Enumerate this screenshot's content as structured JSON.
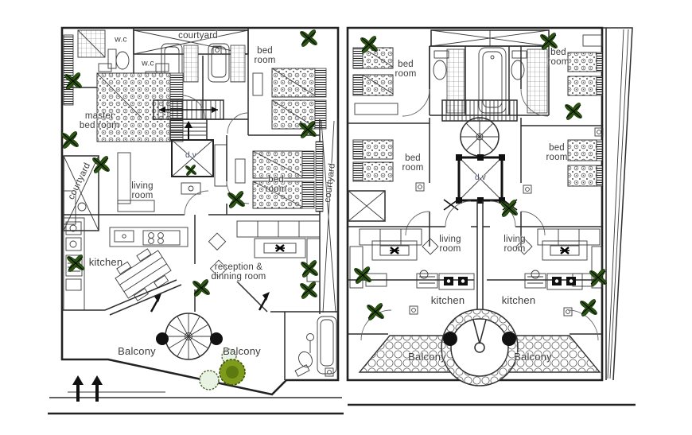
{
  "document": {
    "type": "architectural floor plan drawing",
    "sheets": [
      "left-floor-plan",
      "right-floor-plan"
    ]
  },
  "colors": {
    "paper": "#ffffff",
    "line": "#2b2b2b",
    "label": "#3c3c3c",
    "plant_green": "#2d5513",
    "bush_olive": "#7f9b1c",
    "bush_light": "#e8f3e4"
  },
  "left_plan": {
    "labels": {
      "wc_top": "w.c",
      "wc_inner": "w.c",
      "courtyard_top": "courtyard",
      "courtyard_left": "courtyard",
      "courtyard_right": "courtyard",
      "master_bedroom": "master\nbed room",
      "bedroom_top_right": "bed\nroom",
      "bedroom_mid_right": "bed\nroom",
      "living_room": "living\nroom",
      "duct": "d.v",
      "kitchen": "kitchen",
      "reception": "reception &\ndinning room",
      "balcony_left": "Balcony",
      "balcony_right": "Balcony"
    }
  },
  "right_plan": {
    "labels": {
      "bedroom_top_left": "bed\nroom",
      "bedroom_mid_left": "bed\nroom",
      "bedroom_top_right": "bed\nroom",
      "bedroom_mid_right": "bed\nroom",
      "duct": "d.v",
      "living_room_left": "living\nroom",
      "living_room_right": "living\nroom",
      "kitchen_left": "kitchen",
      "kitchen_right": "kitchen",
      "balcony_left": "Balcony",
      "balcony_right": "Balcony"
    }
  }
}
